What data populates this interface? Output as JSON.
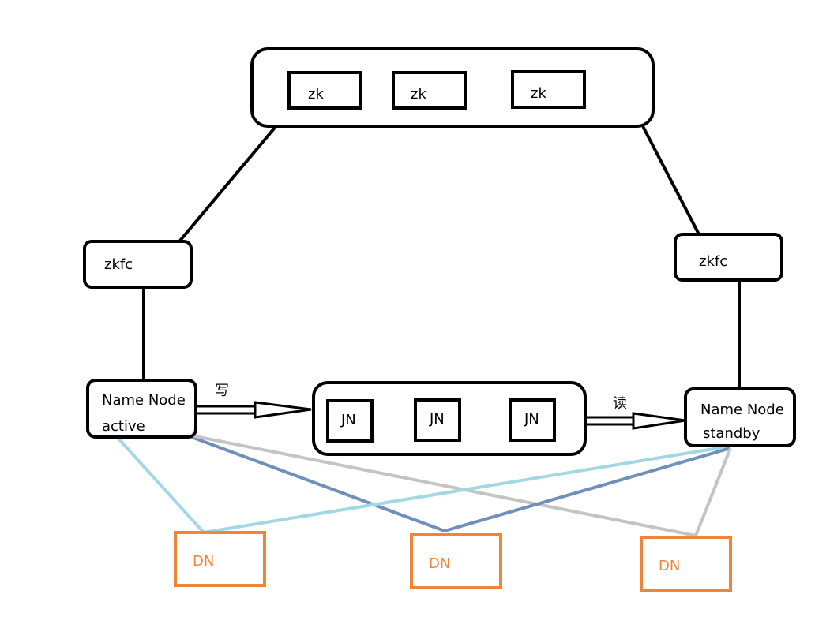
{
  "colors": {
    "stroke": "#000000",
    "dn": "#f0843a",
    "link_light_blue": "#a4d7e6",
    "link_blue": "#6f8fbd",
    "link_gray": "#c4c4c4"
  },
  "zk_cluster": {
    "nodes": [
      "zk",
      "zk",
      "zk"
    ]
  },
  "zkfc_left": {
    "label": "zkfc"
  },
  "zkfc_right": {
    "label": "zkfc"
  },
  "namenode_active": {
    "line1": "Name Node",
    "line2": "active"
  },
  "namenode_standby": {
    "line1": "Name Node",
    "line2": "standby"
  },
  "journal": {
    "nodes": [
      "JN",
      "JN",
      "JN"
    ]
  },
  "arrows": {
    "write_label": "写",
    "read_label": "读"
  },
  "datanodes": [
    "DN",
    "DN",
    "DN"
  ]
}
